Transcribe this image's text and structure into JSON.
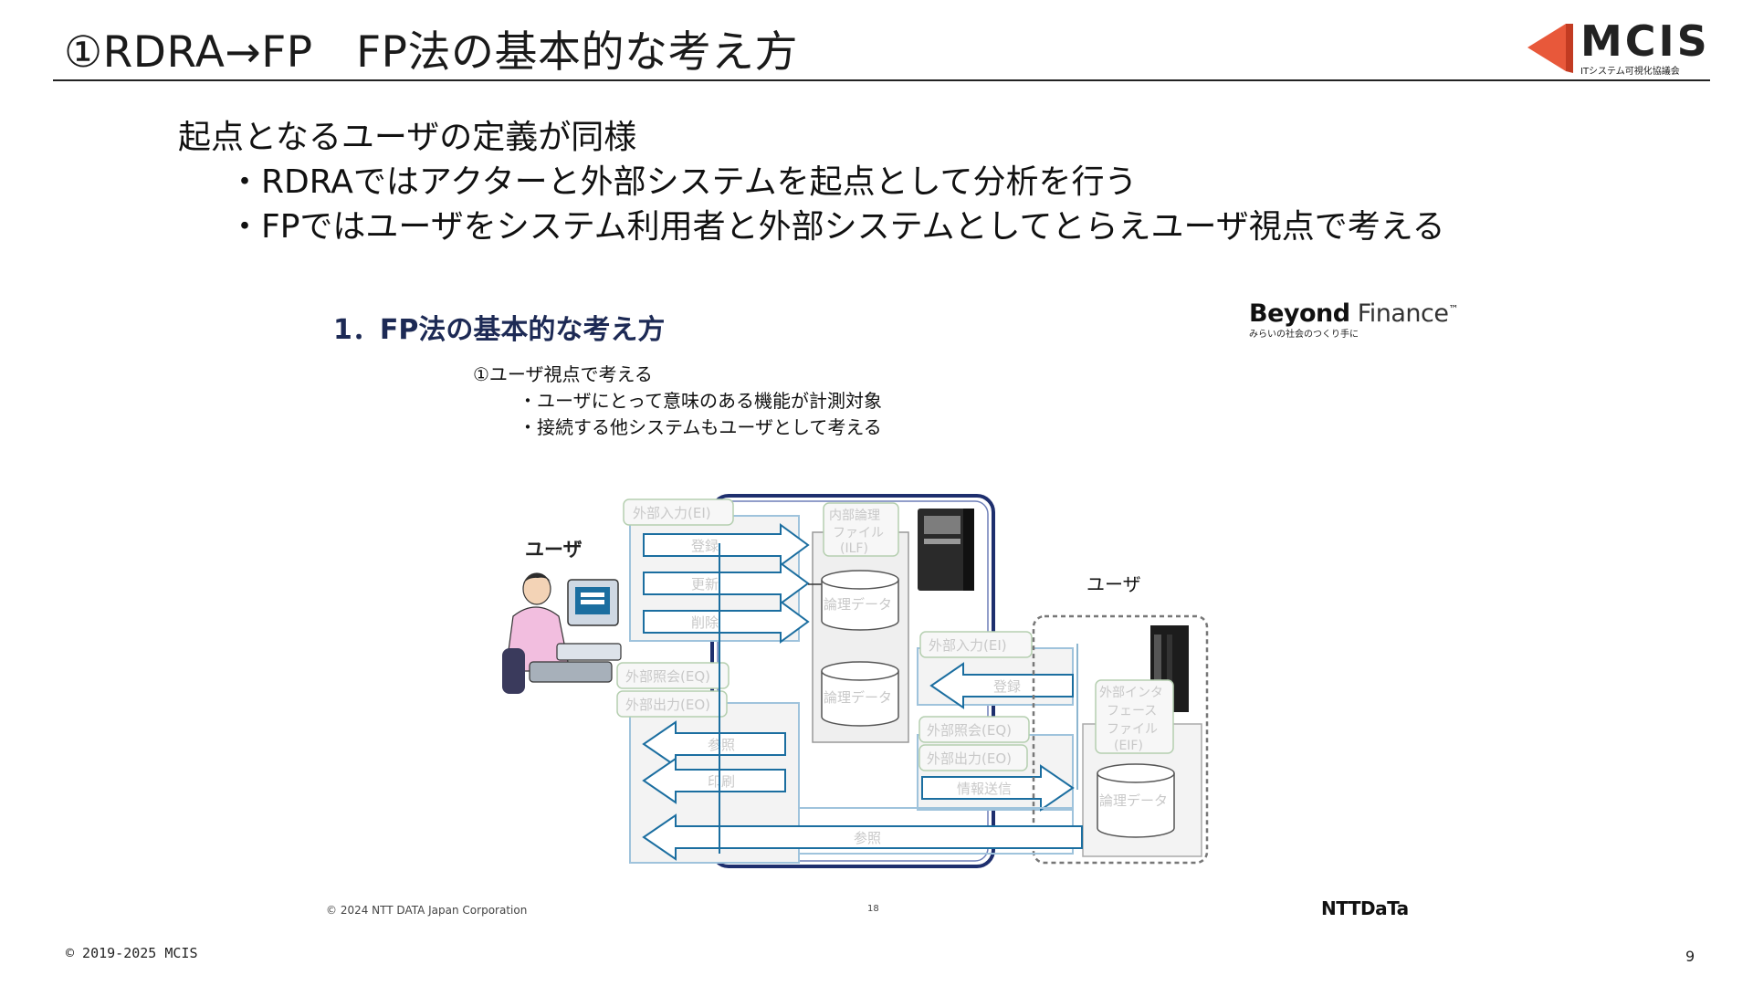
{
  "header": {
    "title": "①RDRA→FP　FP法の基本的な考え方",
    "logo_text": "MCIS",
    "logo_subtext": "ITシステム可視化協議会"
  },
  "body": {
    "lead": "起点となるユーザの定義が同様",
    "items": [
      "・RDRAではアクターと外部システムを起点として分析を行う",
      "・FPではユーザをシステム利用者と外部システムとしてとらえユーザ視点で考える"
    ]
  },
  "embedded_slide": {
    "title": "1．FP法の基本的な考え方",
    "brand_bold": "Beyond",
    "brand_light": "Finance",
    "brand_tm": "™",
    "brand_tagline": "みらいの社会のつくり手に",
    "text_lead": "①ユーザ視点で考える",
    "text_items": [
      "・ユーザにとって意味のある機能が計測対象",
      "・接続する他システムもユーザとして考える"
    ],
    "diagram": {
      "user_left": "ユーザ",
      "user_right": "ユーザ",
      "ei_left": "外部入力(EI)",
      "ei_arrows": [
        "登録",
        "更新",
        "削除"
      ],
      "ilf": [
        "内部論理",
        "ファイル",
        "(ILF)"
      ],
      "db1": "論理データ",
      "db2": "論理データ",
      "eq_left": "外部照会(EQ)",
      "eo_left": "外部出力(EO)",
      "eq_arrows": [
        "参照",
        "印刷"
      ],
      "ei_right": "外部入力(EI)",
      "ei_right_arrow": "登録",
      "eq_right": "外部照会(EQ)",
      "eo_right": "外部出力(EO)",
      "eo_right_arrow": "情報送信",
      "eif": [
        "外部インタ",
        "フェース",
        "ファイル",
        "(EIF)"
      ],
      "db3": "論理データ",
      "bottom_arrow": "参照"
    },
    "footer": "© 2024 NTT DATA Japan Corporation",
    "page": "18",
    "ntt_logo": "NTTDaTa"
  },
  "footer": {
    "copyright": "© 2019-2025 MCIS",
    "page_number": "9"
  },
  "colors": {
    "accent": "#e8583a",
    "inner_title": "#1d2a55",
    "diagram_frame": "#1e2f6e",
    "diagram_box": "#9fc3dc"
  }
}
